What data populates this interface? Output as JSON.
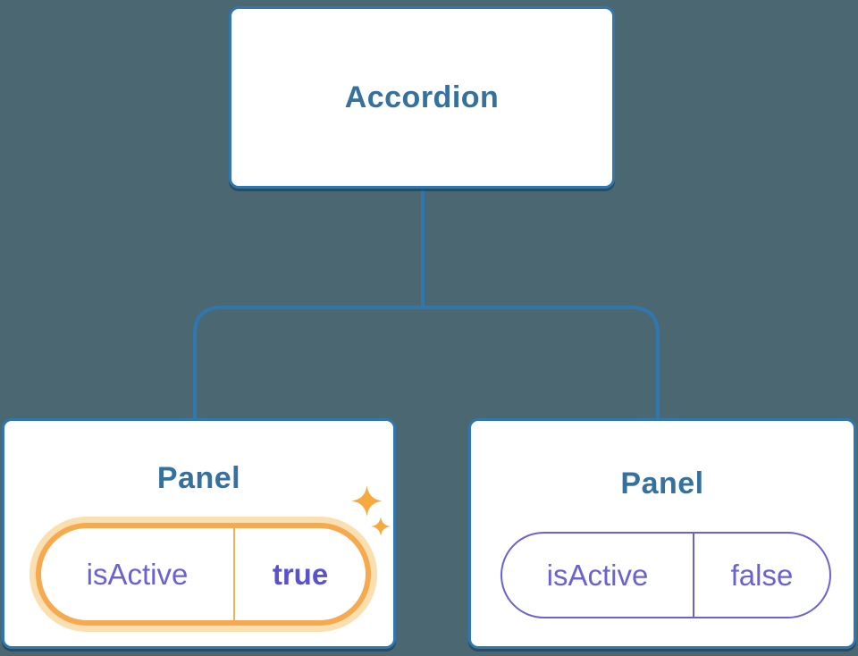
{
  "diagram": {
    "description": "Component tree diagram: an Accordion parent with two Panel children each holding isActive state",
    "root_node": {
      "label": "Accordion"
    },
    "panel_nodes": [
      {
        "title": "Panel",
        "prop": {
          "name": "isActive",
          "value": "true"
        },
        "highlighted": true,
        "sparkles": true
      },
      {
        "title": "Panel",
        "prop": {
          "name": "isActive",
          "value": "false"
        },
        "highlighted": false,
        "sparkles": false
      }
    ],
    "colors": {
      "background": "#4B6772",
      "node_border_blue": "#2F77AE",
      "node_text_blue": "#35719F",
      "state_purple": "#6A62D2",
      "state_purple_bold": "#5A52CC",
      "highlight_orange": "#F6A94F",
      "highlight_glow": "#FADFB0",
      "node_fill": "#FFFFFF"
    }
  }
}
